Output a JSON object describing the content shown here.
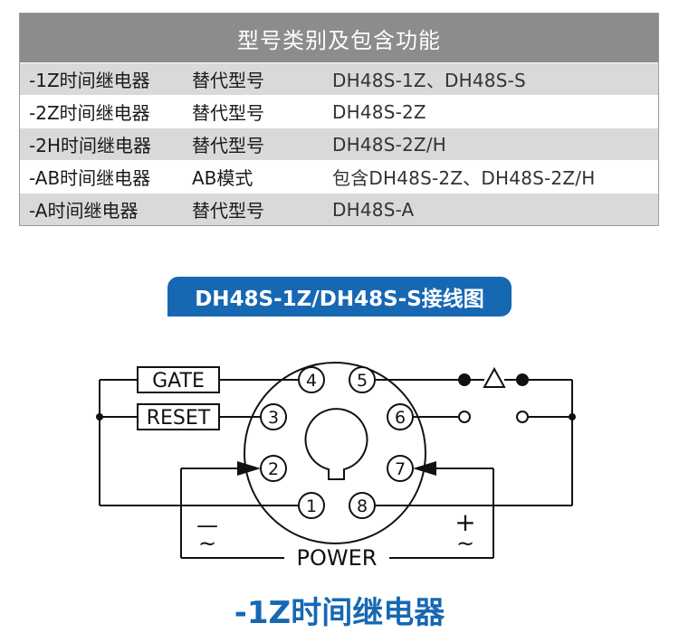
{
  "table": {
    "title": "型号类别及包含功能",
    "rows": [
      {
        "model": "-1Z时间继电器",
        "kind": "替代型号",
        "value": "DH48S-1Z、DH48S-S"
      },
      {
        "model": "-2Z时间继电器",
        "kind": "替代型号",
        "value": "DH48S-2Z"
      },
      {
        "model": "-2H时间继电器",
        "kind": "替代型号",
        "value": "DH48S-2Z/H"
      },
      {
        "model": "-AB时间继电器",
        "kind": "AB模式",
        "value": "包含DH48S-2Z、DH48S-2Z/H"
      },
      {
        "model": "-A时间继电器",
        "kind": "替代型号",
        "value": "DH48S-A"
      }
    ]
  },
  "banner": {
    "title": "DH48S-1Z/DH48S-S接线图"
  },
  "diagram": {
    "pins": {
      "p1": "1",
      "p2": "2",
      "p3": "3",
      "p4": "4",
      "p5": "5",
      "p6": "6",
      "p7": "7",
      "p8": "8"
    },
    "gate_label": "GATE",
    "reset_label": "RESET",
    "power_label": "POWER",
    "minus_symbol": "—",
    "plus_symbol": "+",
    "ac_symbol": "~"
  },
  "caption": "-1Z时间继电器"
}
